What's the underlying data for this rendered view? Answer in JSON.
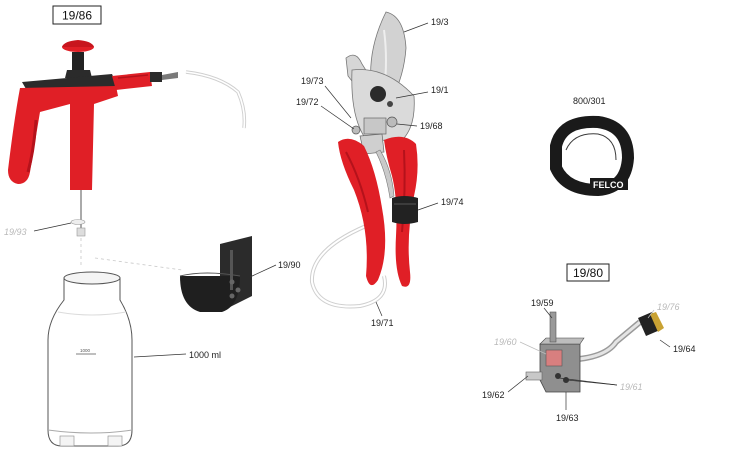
{
  "boxes": {
    "sprayer": "19/86",
    "valve": "19/80"
  },
  "labels": {
    "blade": "19/3",
    "body": "19/1",
    "spring_clip": "19/73",
    "nut": "19/72",
    "bolt": "19/68",
    "sleeve": "19/74",
    "hose": "19/71",
    "holder": "19/90",
    "nozzle_seal": "19/93",
    "bottle_volume": "1000 ml",
    "strap": "800/301",
    "valve_screw": "19/59",
    "valve_seal": "19/60",
    "valve_tube": "19/76",
    "valve_cap": "19/64",
    "valve_nipple": "19/62",
    "valve_body": "19/63",
    "valve_orings": "19/61"
  },
  "logos": {
    "strap_logo": "FELCO",
    "bottle_mark": "1000"
  },
  "colors": {
    "accent_red": "#e01f26",
    "dark_red": "#b5121b",
    "black_part": "#2b2b2b",
    "metal": "#c8c8c8",
    "muted_label": "#b9b9b9"
  }
}
